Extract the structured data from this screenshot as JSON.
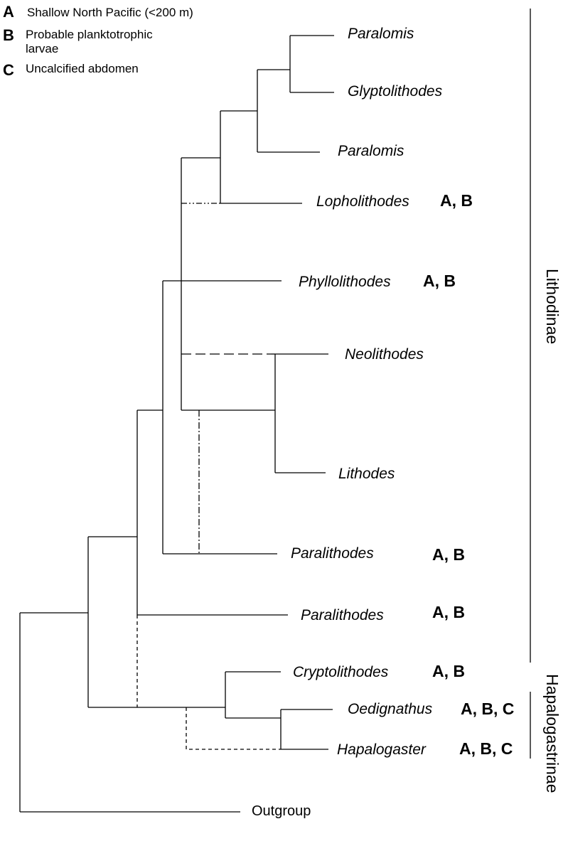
{
  "legend": [
    {
      "letter": "A",
      "text": "Shallow North Pacific (<200 m)"
    },
    {
      "letter": "B",
      "text": "Probable planktotrophic larvae"
    },
    {
      "letter": "C",
      "text": "Uncalcified abdomen"
    }
  ],
  "taxa": [
    {
      "name": "Paralomis",
      "traits": ""
    },
    {
      "name": "Glyptolithodes",
      "traits": ""
    },
    {
      "name": "Paralomis",
      "traits": ""
    },
    {
      "name": "Lopholithodes",
      "traits": "A, B"
    },
    {
      "name": "Phyllolithodes",
      "traits": "A, B"
    },
    {
      "name": "Neolithodes",
      "traits": ""
    },
    {
      "name": "Lithodes",
      "traits": ""
    },
    {
      "name": "Paralithodes",
      "traits": "A, B"
    },
    {
      "name": "Paralithodes",
      "traits": "A, B"
    },
    {
      "name": "Cryptolithodes",
      "traits": "A, B"
    },
    {
      "name": "Oedignathus",
      "traits": "A, B, C"
    },
    {
      "name": "Hapalogaster",
      "traits": "A, B, C"
    },
    {
      "name": "Outgroup",
      "traits": ""
    }
  ],
  "clades": [
    {
      "name": "Lithodinae"
    },
    {
      "name": "Hapalogastrinae"
    }
  ]
}
